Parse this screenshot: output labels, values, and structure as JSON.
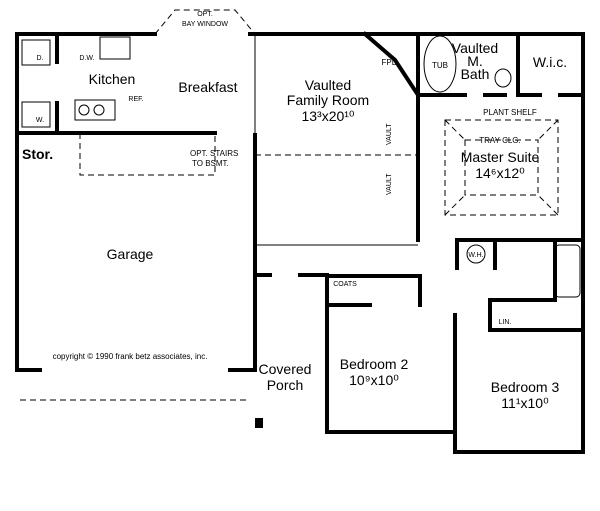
{
  "plan": {
    "rooms": {
      "kitchen": "Kitchen",
      "breakfast": "Breakfast",
      "family_room_line1": "Vaulted",
      "family_room_line2": "Family Room",
      "family_room_dim": "13³x20¹⁰",
      "fireplace": "FPL.",
      "tub": "TUB",
      "bath_line1": "Vaulted",
      "bath_line2": "M.",
      "bath_line3": "Bath",
      "wic": "W.i.c.",
      "plant_shelf": "PLANT SHELF",
      "tray_ceiling": "TRAY CLG.",
      "master_suite": "Master Suite",
      "master_suite_dim": "14⁶x12⁰",
      "vault_upper": "VAULT",
      "vault_lower": "VAULT",
      "storage": "Stor.",
      "stairs_line1": "OPT. STAIRS",
      "stairs_line2": "TO BSMT.",
      "garage": "Garage",
      "porch_line1": "Covered",
      "porch_line2": "Porch",
      "bedroom2": "Bedroom 2",
      "bedroom2_dim": "10⁹x10⁰",
      "bedroom3": "Bedroom 3",
      "bedroom3_dim": "11¹x10⁰",
      "coats": "COATS",
      "water_heater": "W.H.",
      "linen": "LIN.",
      "dryer": "D.",
      "washer": "W.",
      "dishwasher": "D.W.",
      "refrigerator": "REF.",
      "bay_line1": "OPT.",
      "bay_line2": "BAY WINDOW"
    },
    "copyright": "copyright © 1990 frank betz associates, inc."
  }
}
